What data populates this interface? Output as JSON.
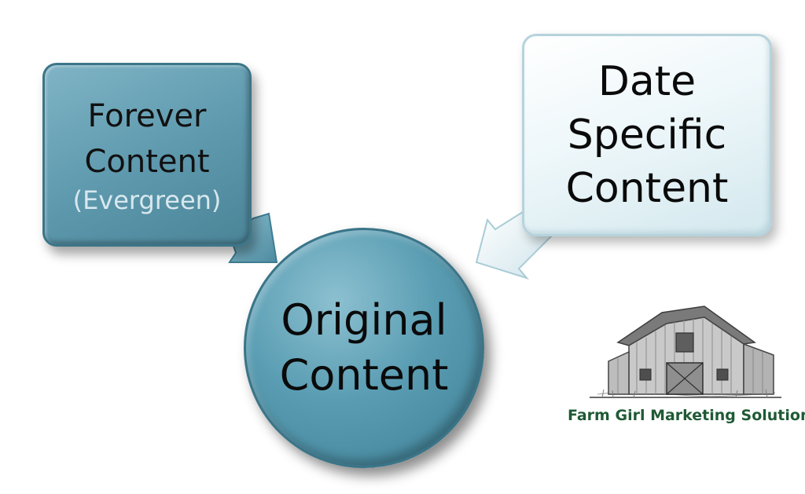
{
  "nodes": {
    "forever": {
      "line1": "Forever",
      "line2": "Content",
      "sub": "(Evergreen)"
    },
    "date_specific": {
      "line1": "Date",
      "line2": "Specific",
      "line3": "Content"
    },
    "original": {
      "line1": "Original",
      "line2": "Content"
    }
  },
  "logo": {
    "text": "Farm Girl Marketing Solutions",
    "image": "barn-sketch"
  },
  "colors": {
    "teal": "#5d98ad",
    "light_blue": "#eef7fa",
    "logo_green": "#1f5a35"
  }
}
